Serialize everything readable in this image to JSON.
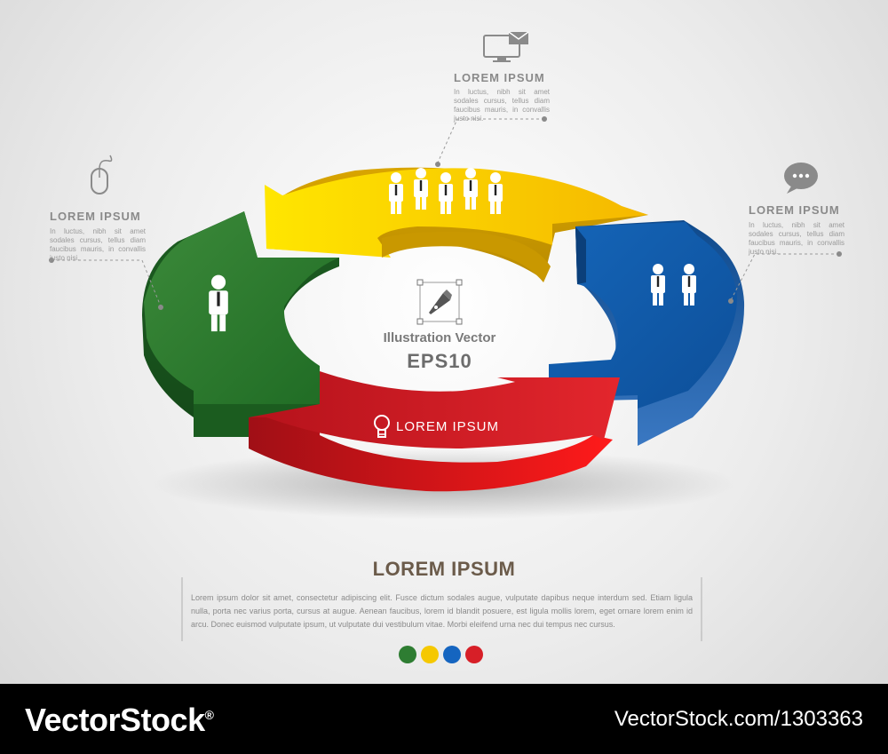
{
  "callouts": {
    "top": {
      "title": "LOREM IPSUM",
      "body": "In luctus, nibh sit amet sodales cursus, tellus diam faucibus mauris, in convallis justo nisi."
    },
    "left": {
      "title": "LOREM IPSUM",
      "body": "In luctus, nibh sit amet sodales cursus, tellus diam faucibus mauris, in convallis justo nisi."
    },
    "right": {
      "title": "LOREM IPSUM",
      "body": "In luctus, nibh sit amet sodales cursus, tellus diam faucibus mauris, in convallis justo nisi."
    }
  },
  "center": {
    "line1": "Illustration Vector",
    "line2": "EPS10"
  },
  "red_arrow_label": "LOREM IPSUM",
  "main": {
    "title": "LOREM IPSUM",
    "body": "Lorem ipsum dolor sit amet, consectetur adipiscing elit. Fusce dictum sodales augue, vulputate dapibus neque interdum sed. Etiam ligula nulla, porta nec varius porta, cursus at augue. Aenean faucibus, lorem id blandit posuere, est ligula mollis lorem, eget ornare lorem enim id arcu. Donec euismod vulputate ipsum, ut vulputate dui vestibulum vitae. Morbi eleifend urna nec dui tempus nec cursus."
  },
  "colors": {
    "green": "#2e7d32",
    "yellow": "#f5c800",
    "blue": "#1565c0",
    "red": "#d71f27"
  },
  "footer": {
    "brand": "VectorStock",
    "registered": "®",
    "stock_id": "VectorStock.com/1303363"
  }
}
